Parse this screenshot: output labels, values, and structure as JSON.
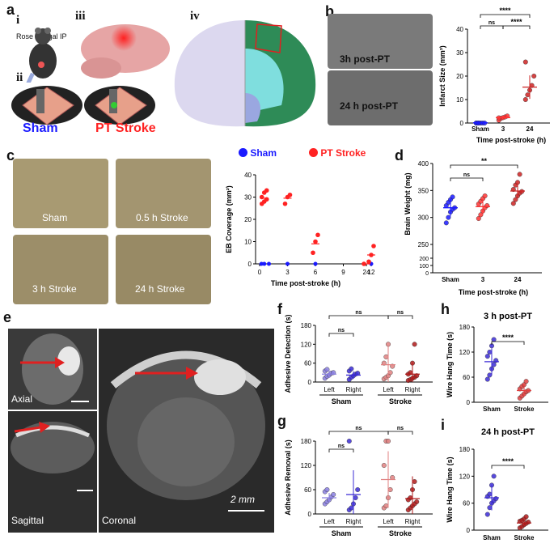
{
  "panel_labels": {
    "a": "a",
    "b": "b",
    "c": "c",
    "d": "d",
    "e": "e",
    "f": "f",
    "g": "g",
    "h": "h",
    "i": "i"
  },
  "panel_a": {
    "sub_labels": [
      "i",
      "ii",
      "iii",
      "iv"
    ],
    "rose_bengal": "Rose Bengal IP",
    "sham": "Sham",
    "pt_stroke": "PT Stroke",
    "colors": {
      "sham": "#1a1aff",
      "stroke": "#ff2222"
    }
  },
  "panel_b": {
    "images": [
      "3h post-PT",
      "24 h post-PT"
    ],
    "chart": {
      "type": "scatter",
      "categories": [
        "Sham",
        "3",
        "24"
      ],
      "ylabel": "Infarct Size (mm³)",
      "xlabel": "Time post-stroke (h)",
      "ylim": [
        0,
        40
      ],
      "yticks": [
        "0",
        "10",
        "20",
        "30",
        "40"
      ],
      "means": [
        0.1,
        2.3,
        15.3
      ],
      "sd": [
        0.1,
        0.8,
        5
      ],
      "points": [
        [
          0,
          0,
          0,
          0,
          0,
          0,
          0
        ],
        [
          1.2,
          2,
          2.3,
          2.6,
          3,
          2.2
        ],
        [
          10,
          12,
          14,
          16,
          20,
          26
        ]
      ],
      "colors": [
        "#1a1aff",
        "#ff3333",
        "#cc2222"
      ],
      "sig": [
        {
          "from": 0,
          "to": 1,
          "label": "ns",
          "level": 1
        },
        {
          "from": 1,
          "to": 2,
          "label": "****",
          "level": 1
        },
        {
          "from": 0,
          "to": 2,
          "label": "****",
          "level": 2
        }
      ]
    }
  },
  "panel_c": {
    "legend": [
      {
        "label": "Sham",
        "color": "#1a1aff"
      },
      {
        "label": "PT Stroke",
        "color": "#ff2222"
      }
    ],
    "images": [
      "Sham",
      "0.5 h Stroke",
      "3 h Stroke",
      "24 h Stroke"
    ],
    "chart": {
      "type": "scatter",
      "ylabel": "EB Coverage (mm²)",
      "xlabel": "Time post-stroke (h)",
      "ylim": [
        0,
        40
      ],
      "yticks": [
        "0",
        "10",
        "20",
        "30",
        "40"
      ],
      "xticks": [
        "0",
        "3",
        "6",
        "9",
        "12",
        "24"
      ],
      "sham_x": [
        0.2,
        0.5,
        1,
        3,
        6,
        12
      ],
      "stroke": [
        {
          "x": 0.5,
          "values": [
            27,
            28,
            29,
            30,
            32,
            33
          ],
          "mean": 29.5
        },
        {
          "x": 3,
          "values": [
            27,
            30,
            31
          ],
          "mean": 29.5
        },
        {
          "x": 6,
          "values": [
            5,
            10,
            13
          ],
          "mean": 9
        },
        {
          "x": 12,
          "values": [
            1,
            4,
            8
          ],
          "mean": 4
        },
        {
          "x": 24,
          "values": [
            0
          ],
          "mean": 0
        }
      ]
    }
  },
  "panel_d": {
    "chart": {
      "type": "scatter",
      "categories": [
        "Sham",
        "3",
        "24"
      ],
      "ylabel": "Brain Weight (mg)",
      "xlabel": "Time post-stroke (h)",
      "yticks_top": [
        "250",
        "300",
        "350",
        "400"
      ],
      "yticks_bottom": [
        "0",
        "100",
        "200"
      ],
      "ylim": [
        250,
        400
      ],
      "means": [
        318,
        320,
        349
      ],
      "sd": [
        16,
        14,
        14
      ],
      "points": [
        [
          290,
          300,
          310,
          315,
          318,
          322,
          328,
          333,
          338
        ],
        [
          298,
          305,
          312,
          318,
          322,
          325,
          330,
          335,
          340
        ],
        [
          326,
          333,
          340,
          345,
          348,
          352,
          360,
          365,
          380
        ]
      ],
      "colors": [
        "#1a1aff",
        "#ff3333",
        "#cc2222"
      ],
      "sig": [
        {
          "from": 0,
          "to": 1,
          "label": "ns",
          "level": 1
        },
        {
          "from": 0,
          "to": 2,
          "label": "**",
          "level": 2
        }
      ]
    }
  },
  "panel_e": {
    "labels": [
      "Axial",
      "Sagittal",
      "Coronal"
    ],
    "scale": "2 mm"
  },
  "panel_f": {
    "chart": {
      "type": "scatter",
      "ylabel": "Adhesive Detection (s)",
      "groups": [
        "Sham",
        "Stroke"
      ],
      "categories": [
        "Left",
        "Right",
        "Left",
        "Right"
      ],
      "ylim": [
        0,
        180
      ],
      "yticks": [
        "0",
        "60",
        "120",
        "180"
      ],
      "means": [
        25,
        22,
        55,
        25
      ],
      "sd": [
        12,
        12,
        60,
        35
      ],
      "points": [
        [
          12,
          18,
          22,
          28,
          30,
          35,
          40
        ],
        [
          8,
          15,
          20,
          25,
          28,
          35,
          42
        ],
        [
          10,
          15,
          20,
          30,
          50,
          60,
          80,
          120
        ],
        [
          5,
          8,
          12,
          15,
          20,
          25,
          30,
          60,
          120
        ]
      ],
      "colors": [
        "#8a7fe0",
        "#3b2bd6",
        "#e08080",
        "#b01a1a"
      ],
      "sig": [
        {
          "from": 0,
          "to": 1,
          "label": "ns",
          "level": 1
        },
        {
          "from": 0,
          "to": 2,
          "label": "ns",
          "level": 2
        },
        {
          "from": 2,
          "to": 3,
          "label": "ns",
          "level": 2
        }
      ]
    }
  },
  "panel_g": {
    "chart": {
      "type": "scatter",
      "ylabel": "Adhesive Removal (s)",
      "groups": [
        "Sham",
        "Stroke"
      ],
      "categories": [
        "Left",
        "Right",
        "Left",
        "Right"
      ],
      "ylim": [
        0,
        180
      ],
      "yticks": [
        "0",
        "60",
        "120",
        "180"
      ],
      "means": [
        40,
        48,
        85,
        38
      ],
      "sd": [
        12,
        60,
        70,
        55
      ],
      "points": [
        [
          25,
          30,
          35,
          42,
          48,
          55,
          60
        ],
        [
          10,
          15,
          25,
          40,
          60,
          180
        ],
        [
          15,
          20,
          40,
          60,
          90,
          120,
          180,
          180
        ],
        [
          10,
          15,
          20,
          25,
          30,
          35,
          40,
          60,
          80
        ]
      ],
      "colors": [
        "#8a7fe0",
        "#3b2bd6",
        "#e08080",
        "#b01a1a"
      ],
      "sig": [
        {
          "from": 0,
          "to": 1,
          "label": "ns",
          "level": 1
        },
        {
          "from": 0,
          "to": 2,
          "label": "ns",
          "level": 2
        },
        {
          "from": 2,
          "to": 3,
          "label": "ns",
          "level": 2
        }
      ]
    }
  },
  "panel_h": {
    "chart": {
      "type": "scatter",
      "title": "3 h post-PT",
      "ylabel": "Wire Hang Time (s)",
      "categories": [
        "Sham",
        "Stroke"
      ],
      "ylim": [
        0,
        180
      ],
      "yticks": [
        "0",
        "60",
        "120",
        "180"
      ],
      "means": [
        97,
        28
      ],
      "sd": [
        32,
        15
      ],
      "points": [
        [
          55,
          65,
          80,
          90,
          100,
          110,
          120,
          135,
          150
        ],
        [
          10,
          15,
          20,
          25,
          28,
          32,
          38,
          42,
          50
        ]
      ],
      "colors": [
        "#3b2bd6",
        "#e04040"
      ],
      "sig": [
        {
          "from": 0,
          "to": 1,
          "label": "****",
          "level": 1
        }
      ]
    }
  },
  "panel_i": {
    "chart": {
      "type": "scatter",
      "title": "24 h post-PT",
      "ylabel": "Wire Hang Time (s)",
      "categories": [
        "Sham",
        "Stroke"
      ],
      "ylim": [
        0,
        180
      ],
      "yticks": [
        "0",
        "60",
        "120",
        "180"
      ],
      "means": [
        72,
        16
      ],
      "sd": [
        28,
        8
      ],
      "points": [
        [
          35,
          50,
          60,
          65,
          70,
          75,
          80,
          100,
          120
        ],
        [
          5,
          8,
          12,
          15,
          18,
          20,
          22,
          25,
          30
        ]
      ],
      "colors": [
        "#3b2bd6",
        "#b01a1a"
      ],
      "sig": [
        {
          "from": 0,
          "to": 1,
          "label": "****",
          "level": 1
        }
      ]
    }
  }
}
